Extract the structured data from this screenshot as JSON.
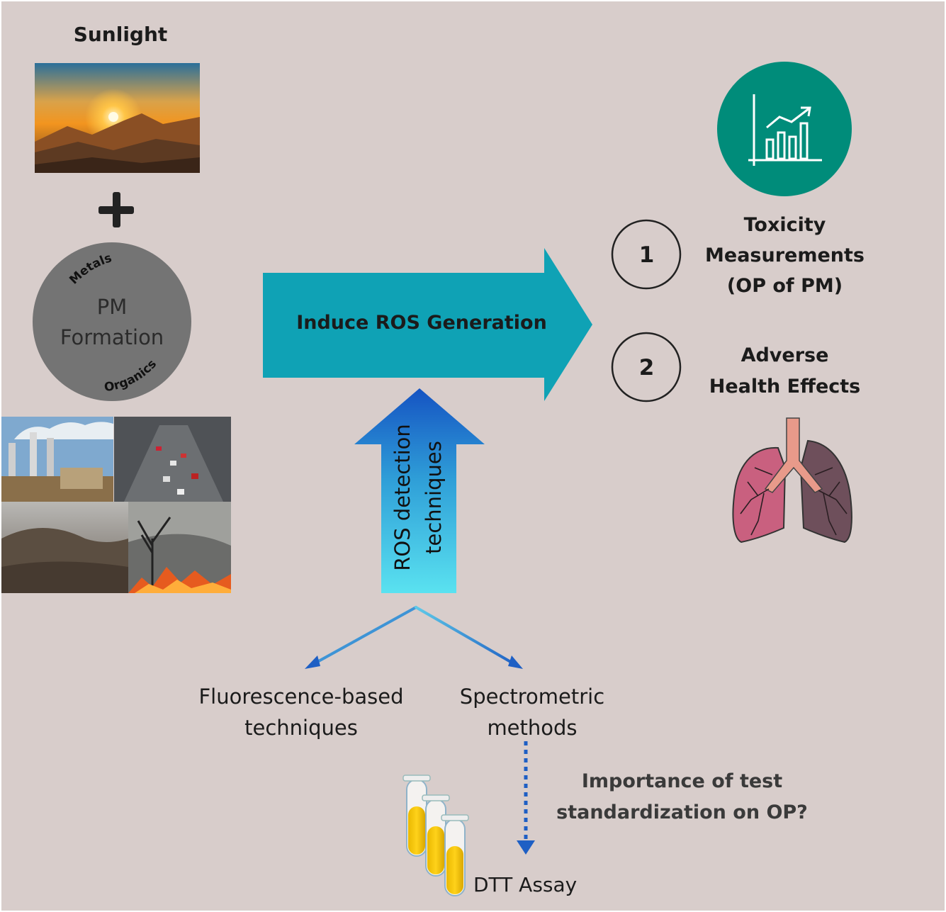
{
  "sunlight": {
    "title": "Sunlight"
  },
  "pm_circle": {
    "line1": "PM",
    "line2": "Formation",
    "arc_top": "Metals",
    "arc_bottom": "Organics"
  },
  "main_arrow": {
    "label": "Induce ROS Generation"
  },
  "up_arrow": {
    "line1": "ROS detection",
    "line2": "techniques"
  },
  "outcomes": {
    "item1": {
      "number": "1",
      "line1": "Toxicity",
      "line2": "Measurements",
      "line3": "(OP of PM)"
    },
    "item2": {
      "number": "2",
      "line1": "Adverse",
      "line2": "Health Effects"
    }
  },
  "methods": {
    "fluorescence": {
      "line1": "Fluorescence-based",
      "line2": "techniques"
    },
    "spectrometric": {
      "line1": "Spectrometric",
      "line2": "methods"
    }
  },
  "question": {
    "line1": "Importance of test",
    "line2": "standardization on OP?"
  },
  "assay": {
    "label": "DTT Assay"
  },
  "colors": {
    "background": "#d8cdcb",
    "main_arrow": "#0fa2b5",
    "chart_badge": "#008c7a",
    "pm_circle": "#747474",
    "up_arrow_top": "#1553c2",
    "up_arrow_bottom": "#5ae2f0"
  },
  "icons": {
    "plus": "plus-icon",
    "chart": "bar-chart-trend-icon",
    "lungs": "lungs-icon",
    "test_tubes": "test-tubes-icon"
  }
}
